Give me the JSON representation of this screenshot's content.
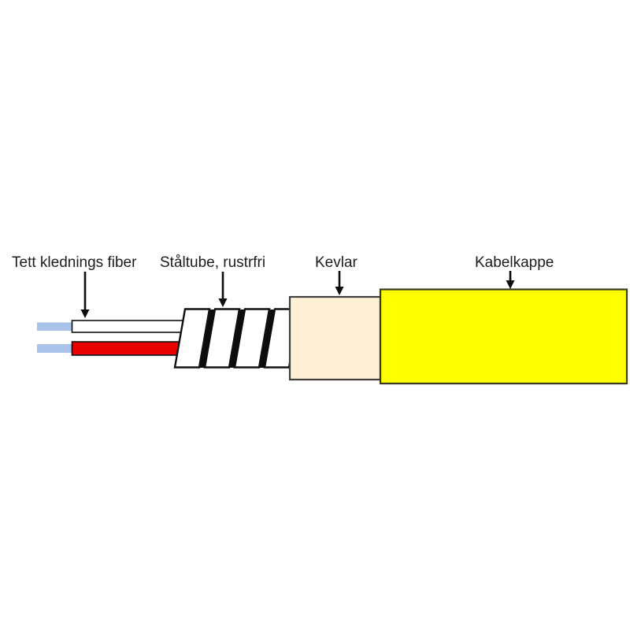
{
  "diagram": {
    "labels": {
      "tett_fiber": "Tett klednings fiber",
      "staltube": "Ståltube, rustrfri",
      "kevlar": "Kevlar",
      "kabelkappe": "Kabelkappe"
    },
    "colors": {
      "fiber_blue": "#a8c2e8",
      "fiber_red": "#e90000",
      "kevlar_cream": "#fdf0d5",
      "jacket_yellow": "#ffff00",
      "outline": "#111111",
      "text": "#1c1c1c"
    }
  }
}
